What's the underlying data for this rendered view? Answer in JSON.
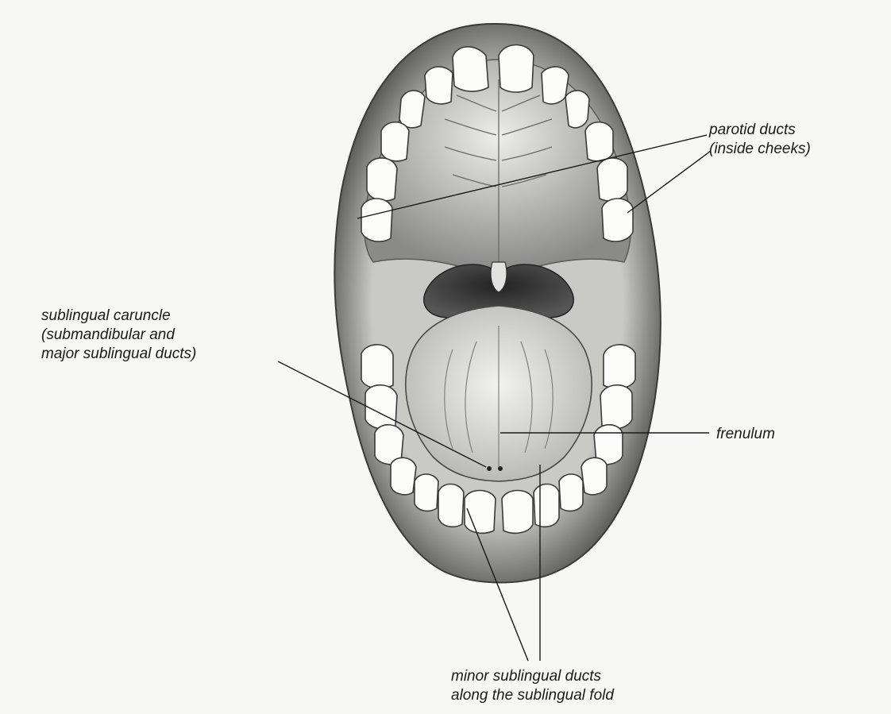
{
  "labels": {
    "parotid": [
      "parotid ducts",
      "(inside cheeks)"
    ],
    "caruncle": [
      "sublingual caruncle",
      "(submandibular and",
      "major sublingual ducts)"
    ],
    "frenulum": "frenulum",
    "minor": [
      "minor sublingual ducts",
      "along the sublingual fold"
    ]
  },
  "colors": {
    "background": "#f7f7f6",
    "ink": "#1a1a1a",
    "shade_dark": "#3a3a3a",
    "shade_mid": "#9a9a9a",
    "shade_light": "#d8d8d6",
    "tooth": "#fbfbfa"
  }
}
